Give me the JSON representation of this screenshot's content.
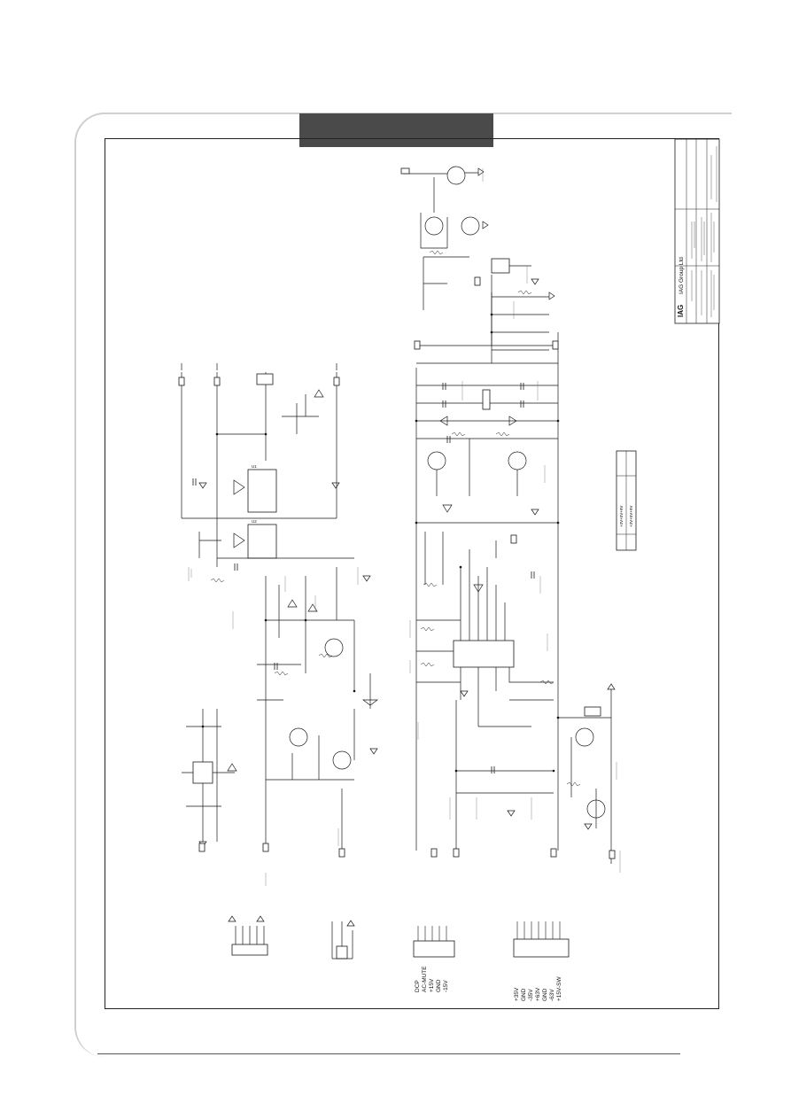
{
  "title_block": {
    "company": "IAG Group Ltd",
    "logo": "IAG"
  },
  "power_header": {
    "lines": [
      "+35V",
      "GND",
      "-35V",
      "+63V",
      "GND",
      "-63V",
      "+15V-SW"
    ]
  },
  "aux_header": {
    "lines": [
      "DCP",
      "AC-MUTE",
      "+15V",
      "GND",
      "-15V"
    ]
  },
  "chips": {
    "u1": "U1",
    "u2": "U2"
  },
  "table": {
    "rows": [
      "+3V+5V+9V",
      "+3V+5V+9V"
    ]
  },
  "colors": {
    "header_bar": "#4a4a4a",
    "frame": "#cfcfcf",
    "ink": "#1a1a1a"
  }
}
